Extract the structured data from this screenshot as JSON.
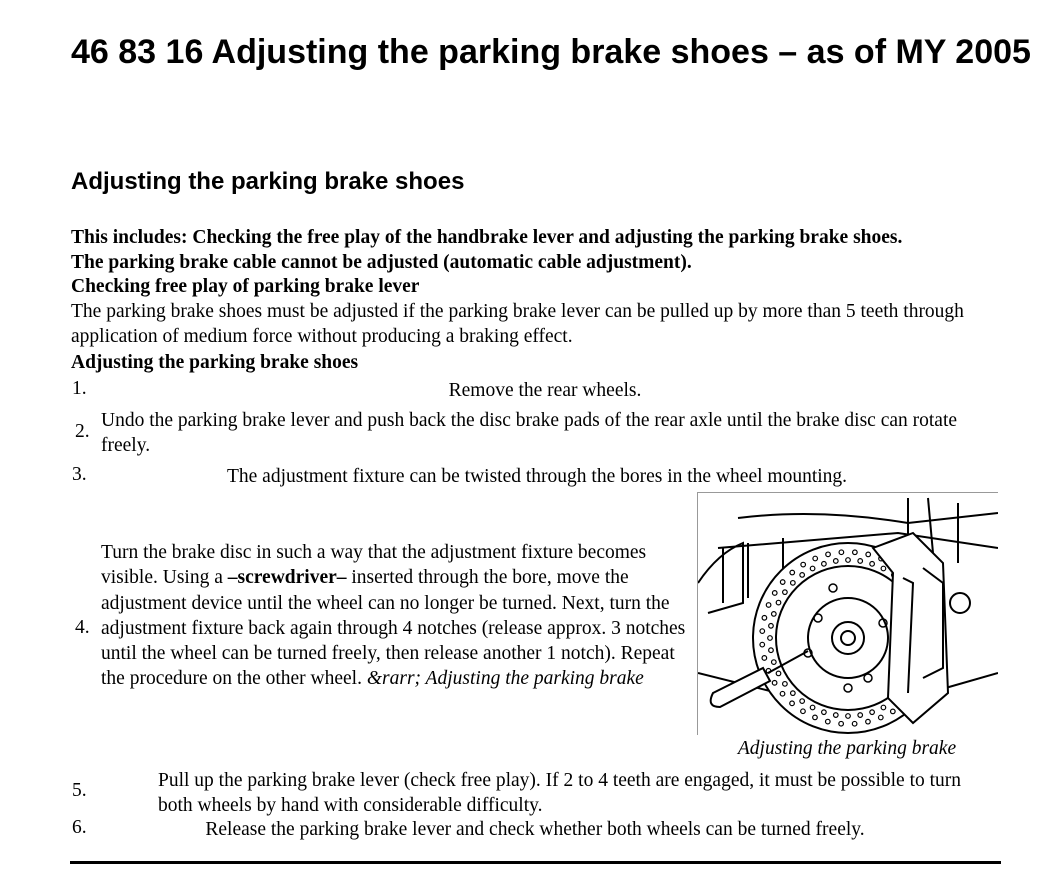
{
  "title": "46 83 16 Adjusting the parking brake shoes – as of MY 2005",
  "section_heading": "Adjusting the parking brake shoes",
  "intro": {
    "bold_line_1": "This includes: Checking the free play of the handbrake lever and adjusting the parking brake shoes.",
    "bold_line_2": "The parking brake cable cannot be adjusted (automatic cable adjustment).",
    "subheading_free_play": "Checking free play of parking brake lever",
    "free_play_text": "The parking brake shoes must be adjusted if the parking brake lever can be pulled up by more than 5 teeth through application of medium force without producing a braking effect.",
    "subheading_adjusting": "Adjusting the parking brake shoes"
  },
  "steps": [
    {
      "number": "1.",
      "text": "Remove the rear wheels."
    },
    {
      "number": "2.",
      "text": "Undo the parking brake lever and push back the disc brake pads of the rear axle until the brake disc can rotate freely."
    },
    {
      "number": "3.",
      "text": "The adjustment fixture can be twisted through the bores in the wheel mounting."
    },
    {
      "number": "4.",
      "text_before": "Turn the brake disc in such a way that the adjustment fixture becomes visible. Using a ",
      "tool": "–screwdriver–",
      "text_after": " inserted through the bore, move the adjustment device until the wheel can no longer be turned. Next, turn the adjustment fixture back again through 4 notches (release approx. 3 notches until the wheel can be turned freely, then release another 1 notch). Repeat the procedure on the other wheel. ",
      "link": "&rarr; Adjusting the parking brake"
    },
    {
      "number": "5.",
      "text": "Pull up the parking brake lever (check free play). If 2 to 4 teeth are engaged, it must be possible to turn both wheels by hand with considerable difficulty."
    },
    {
      "number": "6.",
      "text": "Release the parking brake lever and check whether both wheels can be turned freely."
    }
  ],
  "figure": {
    "caption": "Adjusting the parking brake"
  }
}
